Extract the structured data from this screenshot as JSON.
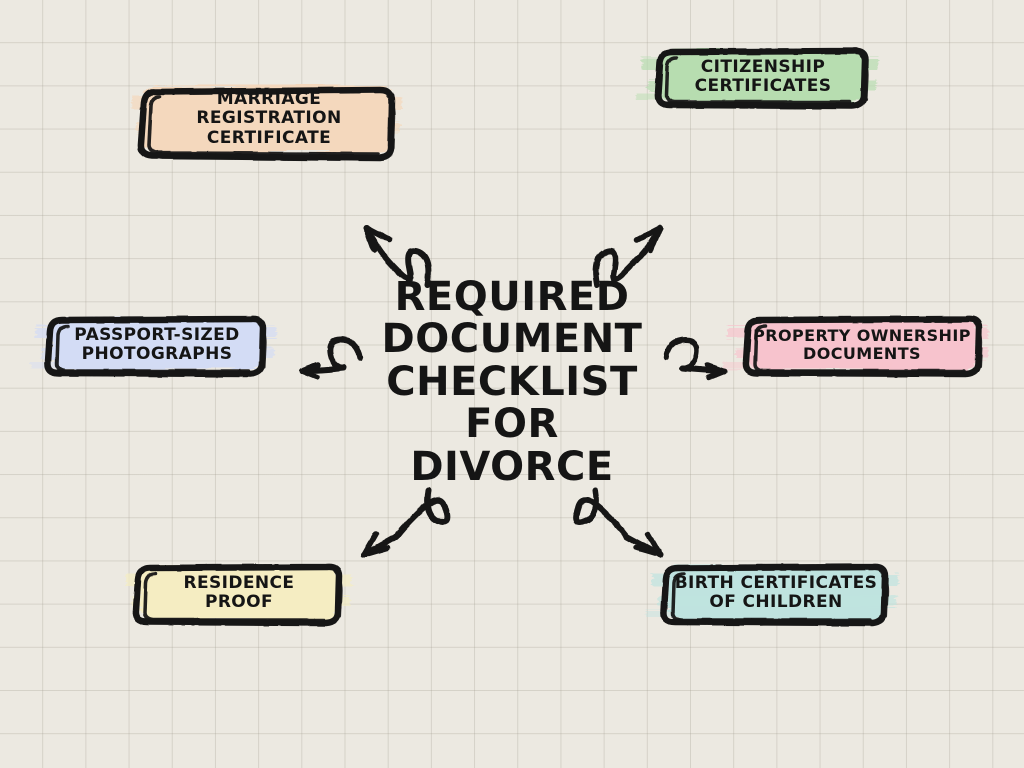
{
  "diagram": {
    "type": "mind-map",
    "background_color": "#ece9e1",
    "grid_color": "#a09b8e",
    "ink_color": "#151515",
    "center": {
      "label": "REQUIRED DOCUMENT CHECKLIST FOR DIVORCE",
      "lines": [
        "REQUIRED",
        "DOCUMENT",
        "CHECKLIST",
        "FOR",
        "DIVORCE"
      ]
    },
    "nodes": [
      {
        "id": "marriage-registration-certificate",
        "label": "MARRIAGE REGISTRATION CERTIFICATE",
        "lines": [
          "MARRIAGE",
          "REGISTRATION",
          "CERTIFICATE"
        ],
        "fill_color": "#f4d8bd",
        "position": "top-left",
        "font_size": "17"
      },
      {
        "id": "citizenship-certificates",
        "label": "CITIZENSHIP CERTIFICATES",
        "lines": [
          "CITIZENSHIP",
          "CERTIFICATES"
        ],
        "fill_color": "#b7ddb0",
        "position": "top-right",
        "font_size": "17"
      },
      {
        "id": "passport-sized-photographs",
        "label": "PASSPORT-SIZED PHOTOGRAPHS",
        "lines": [
          "PASSPORT-SIZED",
          "PHOTOGRAPHS"
        ],
        "fill_color": "#d3dcf5",
        "position": "left",
        "font_size": "17"
      },
      {
        "id": "property-ownership-documents",
        "label": "PROPERTY OWNERSHIP DOCUMENTS",
        "lines": [
          "PROPERTY OWNERSHIP",
          "DOCUMENTS"
        ],
        "fill_color": "#f7c3cd",
        "position": "right",
        "font_size": "16"
      },
      {
        "id": "residence-proof",
        "label": "RESIDENCE PROOF",
        "lines": [
          "RESIDENCE",
          "PROOF"
        ],
        "fill_color": "#f5edc2",
        "position": "bottom-left",
        "font_size": "17"
      },
      {
        "id": "birth-certificates-of-children",
        "label": "BIRTH CERTIFICATES OF CHILDREN",
        "lines": [
          "BIRTH CERTIFICATES",
          "OF CHILDREN"
        ],
        "fill_color": "#bfe3df",
        "position": "bottom-right",
        "font_size": "17"
      }
    ],
    "connectors": [
      {
        "id": "connector-to-marriage",
        "style": "wavy-arrow",
        "direction": "up-left",
        "target": "marriage-registration-certificate"
      },
      {
        "id": "connector-to-citizenship",
        "style": "wavy-arrow",
        "direction": "up-right",
        "target": "citizenship-certificates"
      },
      {
        "id": "connector-to-passport",
        "style": "curl-arrow",
        "direction": "left",
        "target": "passport-sized-photographs"
      },
      {
        "id": "connector-to-property",
        "style": "curl-arrow",
        "direction": "right",
        "target": "property-ownership-documents"
      },
      {
        "id": "connector-to-residence",
        "style": "wavy-arrow",
        "direction": "down-left",
        "target": "residence-proof"
      },
      {
        "id": "connector-to-birth",
        "style": "wavy-arrow",
        "direction": "down-right",
        "target": "birth-certificates-of-children"
      }
    ]
  }
}
